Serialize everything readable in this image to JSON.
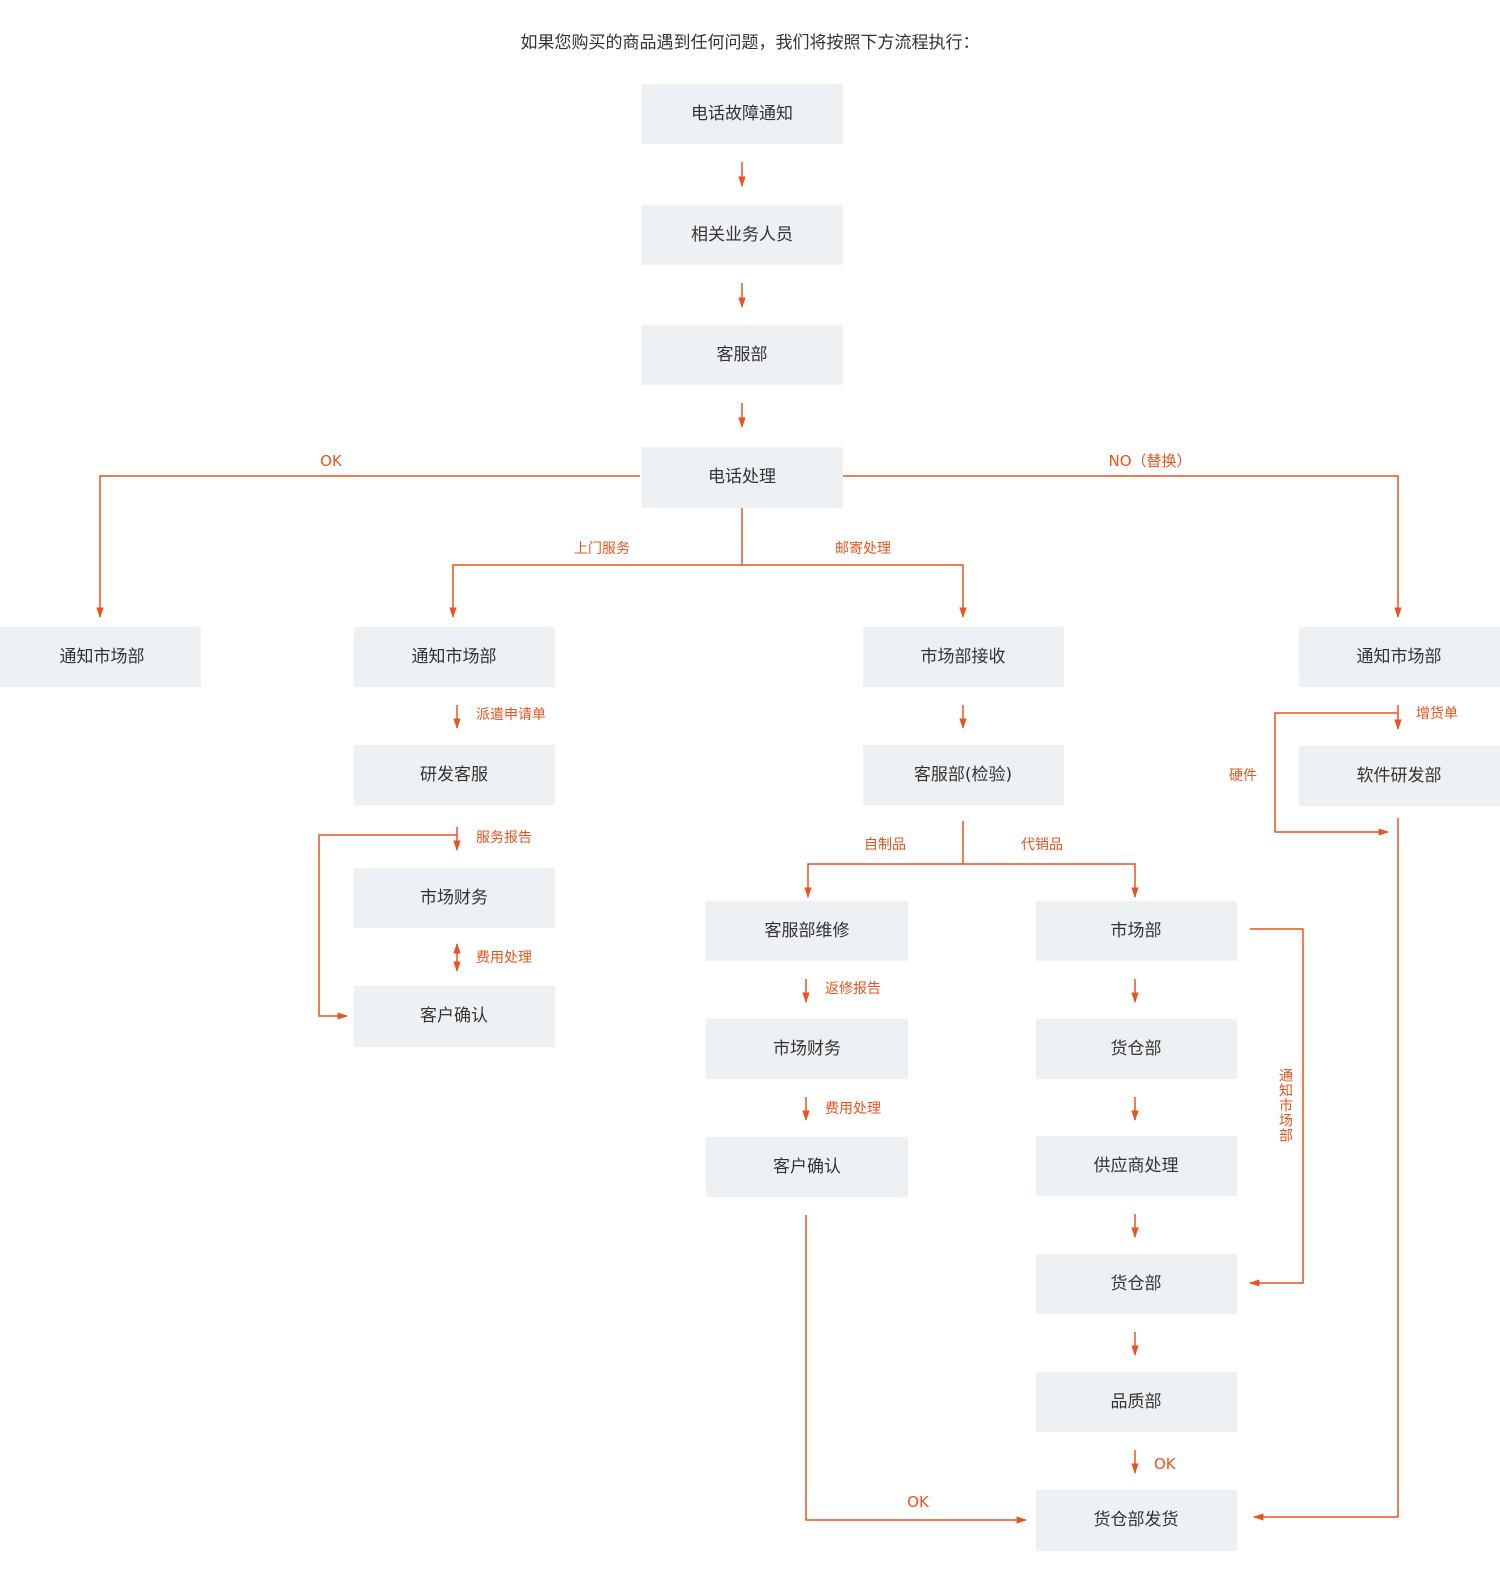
{
  "intro": "如果您购买的商品遇到任何问题，我们将按照下方流程执行：",
  "colors": {
    "box": "#eef1f4",
    "box_text": "#333333",
    "line": "#e8541e",
    "label": "#e8541e"
  },
  "nodes": {
    "n1": "电话故障通知",
    "n2": "相关业务人员",
    "n3": "客服部",
    "n4": "电话处理",
    "a1": "通知市场部",
    "b1": "通知市场部",
    "b2": "研发客服",
    "b3": "市场财务",
    "b4": "客户确认",
    "c1": "市场部接收",
    "c2": "客服部(检验)",
    "d1": "客服部维修",
    "d2": "市场财务",
    "d3": "客户确认",
    "e1": "市场部",
    "e2": "货仓部",
    "e3": "供应商处理",
    "e4": "货仓部",
    "e5": "品质部",
    "e6": "货仓部发货",
    "f1": "通知市场部",
    "f2": "软件研发部"
  },
  "labels": {
    "ok_left": "OK",
    "no_replace": "NO（替换）",
    "onsite": "上门服务",
    "mail": "邮寄处理",
    "dispatch": "派遣申请单",
    "service_report": "服务报告",
    "fee_b": "费用处理",
    "self_made": "自制品",
    "consign": "代销品",
    "return_report": "返修报告",
    "fee_d": "费用处理",
    "add_order": "增货单",
    "hardware": "硬件",
    "notify_market": "通知市场部",
    "ok_e": "OK",
    "ok_bottom": "OK"
  }
}
